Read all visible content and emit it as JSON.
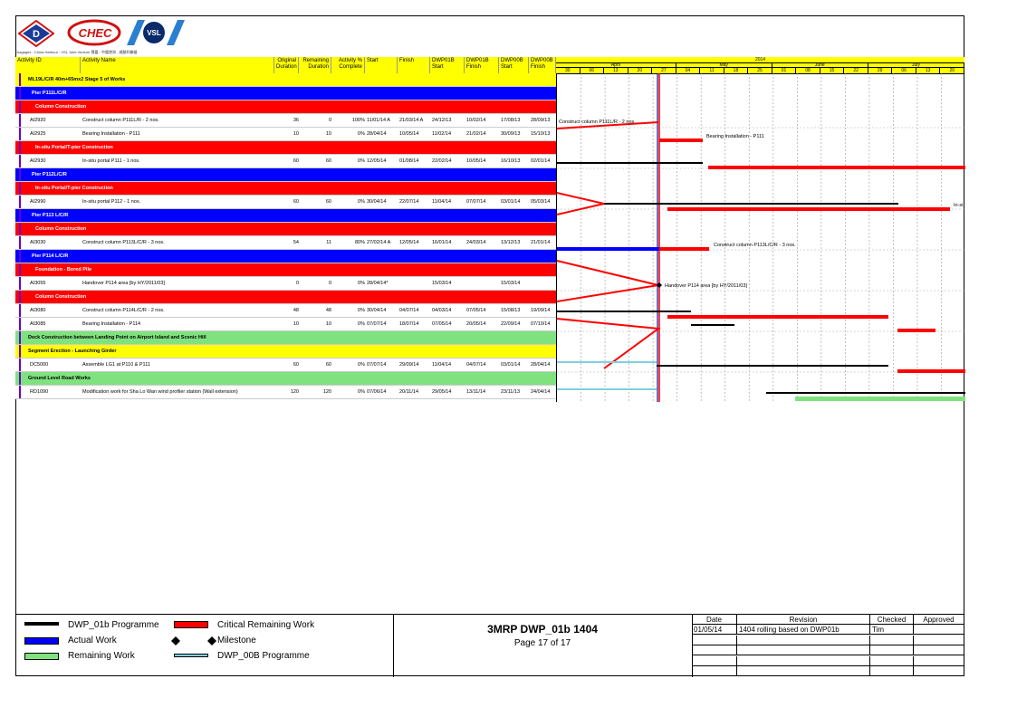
{
  "logos": {
    "d": "D",
    "chec": "CHEC",
    "vsl": "VSL",
    "caption": "Dragages - China Harbour - VSL Joint Venture 寶嘉 - 中國港灣 - 威勝利聯營"
  },
  "header": {
    "cols": [
      "Activity ID",
      "Activity Name",
      "Original Duration",
      "Remaining Duration",
      "Activity % Complete",
      "Start",
      "Finish",
      "DWP01B Start",
      "DWP01B Finish",
      "DWP00B Start",
      "DWP00B Finish"
    ],
    "year": "2014",
    "months": [
      "April",
      "May",
      "June",
      "July"
    ],
    "weeks": [
      "30",
      "06",
      "13",
      "20",
      "27",
      "04",
      "11",
      "18",
      "25",
      "01",
      "08",
      "15",
      "22",
      "29",
      "06",
      "13",
      "20"
    ]
  },
  "rows": [
    {
      "type": "group",
      "color": "yellow",
      "label": "ML19L/C/R 40m+65mx2 Stage 5 of Works"
    },
    {
      "type": "group",
      "color": "blue",
      "label": "Pier P111L/C/R"
    },
    {
      "type": "group",
      "color": "red",
      "label": "Column Construction"
    },
    {
      "type": "act",
      "id": "AI2920",
      "name": "Construct column P111L/R - 2 nos.",
      "od": "36",
      "rd": "0",
      "pc": "100%",
      "st": "11/01/14 A",
      "fi": "21/03/14 A",
      "s1": "24/12/13",
      "f1": "10/02/14",
      "s0": "17/08/13",
      "f0": "28/09/13"
    },
    {
      "type": "act",
      "id": "AI2925",
      "name": "Bearing Installation - P111",
      "od": "10",
      "rd": "10",
      "pc": "0%",
      "st": "28/04/14",
      "fi": "10/05/14",
      "s1": "11/02/14",
      "f1": "21/02/14",
      "s0": "30/09/13",
      "f0": "15/10/13"
    },
    {
      "type": "group",
      "color": "red",
      "label": "In-situ Portal/T-pier Construction"
    },
    {
      "type": "act",
      "id": "AI2930",
      "name": "In-situ portal P111 - 1 nos.",
      "od": "60",
      "rd": "60",
      "pc": "0%",
      "st": "12/05/14",
      "fi": "01/08/14",
      "s1": "22/02/14",
      "f1": "10/05/14",
      "s0": "16/10/13",
      "f0": "02/01/14"
    },
    {
      "type": "group",
      "color": "blue",
      "label": "Pier P112L/C/R"
    },
    {
      "type": "group",
      "color": "red",
      "label": "In-situ Portal/T-pier Construction"
    },
    {
      "type": "act",
      "id": "AI2990",
      "name": "In-situ portal P112 - 1 nos.",
      "od": "60",
      "rd": "60",
      "pc": "0%",
      "st": "30/04/14",
      "fi": "22/07/14",
      "s1": "11/04/14",
      "f1": "07/07/14",
      "s0": "03/01/14",
      "f0": "05/03/14"
    },
    {
      "type": "group",
      "color": "blue",
      "label": "Pier P113 L/C/R"
    },
    {
      "type": "group",
      "color": "red",
      "label": "Column Construction"
    },
    {
      "type": "act",
      "id": "AI3030",
      "name": "Construct column P113L/C/R - 3 nos.",
      "od": "54",
      "rd": "11",
      "pc": "80%",
      "st": "27/02/14 A",
      "fi": "12/05/14",
      "s1": "16/01/14",
      "f1": "24/03/14",
      "s0": "13/12/13",
      "f0": "21/01/14"
    },
    {
      "type": "group",
      "color": "blue",
      "label": "Pier P114 L/C/R"
    },
    {
      "type": "group",
      "color": "red",
      "label": "Foundation - Bored Pile"
    },
    {
      "type": "act",
      "id": "AI3055",
      "name": "Handover P114 area [by HY/2011/03]",
      "od": "0",
      "rd": "0",
      "pc": "0%",
      "st": "28/04/14*",
      "fi": "",
      "s1": "15/03/14",
      "f1": "",
      "s0": "15/03/14",
      "f0": ""
    },
    {
      "type": "group",
      "color": "red",
      "label": "Column Construction"
    },
    {
      "type": "act",
      "id": "AI3080",
      "name": "Construct column P114L/C/R - 2 nos.",
      "od": "48",
      "rd": "48",
      "pc": "0%",
      "st": "30/04/14",
      "fi": "04/07/14",
      "s1": "04/03/14",
      "f1": "07/05/14",
      "s0": "15/08/13",
      "f0": "19/09/14"
    },
    {
      "type": "act",
      "id": "AI3085",
      "name": "Bearing Installation - P114",
      "od": "10",
      "rd": "10",
      "pc": "0%",
      "st": "07/07/14",
      "fi": "18/07/14",
      "s1": "07/05/14",
      "f1": "20/05/14",
      "s0": "22/09/14",
      "f0": "07/10/14"
    },
    {
      "type": "group",
      "color": "green",
      "label": "Deck Construction between Landing Point on Airport Island and Scenic Hill"
    },
    {
      "type": "group",
      "color": "yellow",
      "label": "Segment Erection - Launching Girder"
    },
    {
      "type": "act",
      "id": "DC5000",
      "name": "Assemble LG1 at P110 & P111",
      "od": "60",
      "rd": "60",
      "pc": "0%",
      "st": "07/07/14",
      "fi": "29/09/14",
      "s1": "11/04/14",
      "f1": "04/07/14",
      "s0": "03/01/14",
      "f0": "28/04/14"
    },
    {
      "type": "group",
      "color": "green",
      "label": "Ground Level Road Works"
    },
    {
      "type": "act",
      "id": "RD1090",
      "name": "Modification work for Sha Lo Wan wind profiler station (Wall extension)",
      "od": "120",
      "rd": "120",
      "pc": "0%",
      "st": "07/06/14",
      "fi": "20/11/14",
      "s1": "29/05/14",
      "f1": "13/11/14",
      "s0": "23/11/13",
      "f0": "24/04/14"
    }
  ],
  "bar_labels": [
    "Construct column P111L/R - 2 nos.",
    "Bearing Installation - P111",
    "In-si",
    "Construct column P113L/C/R - 3 nos.",
    "Handover P114 area [by HY/2011/03]"
  ],
  "legend": {
    "dwp01b": "DWP_01b Programme",
    "critical": "Critical Remaining Work",
    "actual": "Actual Work",
    "milestone": "Milestone",
    "remaining": "Remaining Work",
    "dwp00b": "DWP_00B Programme"
  },
  "title_block": {
    "title": "3MRP DWP_01b 1404",
    "page": "Page 17 of 17"
  },
  "revision": {
    "headers": [
      "Date",
      "Revision",
      "Checked",
      "Approved"
    ],
    "rows": [
      [
        "01/05/14",
        "1404 rolling based on DWP01b",
        "Tim",
        ""
      ]
    ]
  },
  "colors": {
    "yellow": "#ffff00",
    "blue": "#0000ff",
    "red": "#ff0000",
    "green": "#7fe27f",
    "black": "#000000",
    "cyan": "#7fd0e0"
  }
}
